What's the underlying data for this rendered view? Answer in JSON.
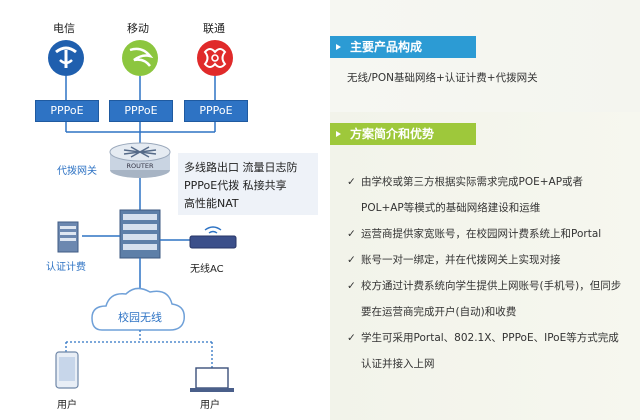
{
  "carriers": [
    {
      "name": "电信",
      "icon": "china-telecom-logo",
      "color": "#1f5fae"
    },
    {
      "name": "移动",
      "icon": "china-mobile-logo",
      "color": "#8cc63f"
    },
    {
      "name": "联通",
      "icon": "china-unicom-logo",
      "color": "#e02a2a"
    }
  ],
  "pppoe_label": "PPPoE",
  "router": {
    "label": "代拨网关",
    "device_text": "ROUTER"
  },
  "features": {
    "line1": "多线路出口   流量日志防",
    "line2": "PPPoE代拨   私接共享",
    "line3": "高性能NAT"
  },
  "auth_server_label": "认证计费",
  "ac_label": "无线AC",
  "campus_wireless_label": "校园无线",
  "user_label": "用户",
  "sections": {
    "products": {
      "title": "主要产品构成",
      "text": "无线/PON基础网络+认证计费+代拨网关"
    },
    "advantages": {
      "title": "方案简介和优势",
      "items": [
        {
          "line1": "由学校或第三方根据实际需求完成POE+AP或者",
          "line2": "POL+AP等模式的基础网络建设和运维"
        },
        {
          "line1": "运营商提供家宽账号，在校园网计费系统上和Portal"
        },
        {
          "line1": "账号一对一绑定，并在代拨网关上实现对接"
        },
        {
          "line1": "校方通过计费系统向学生提供上网账号(手机号)，但同步",
          "line2": "要在运营商完成开户(自动)和收费"
        },
        {
          "line1": "学生可采用Portal、802.1X、PPPoE、IPoE等方式完成",
          "line2": "认证并接入上网"
        }
      ]
    }
  },
  "colors": {
    "accent_blue": "#2c9bd4",
    "accent_green": "#9ec83b",
    "pppoe_blue": "#2e73c4"
  }
}
